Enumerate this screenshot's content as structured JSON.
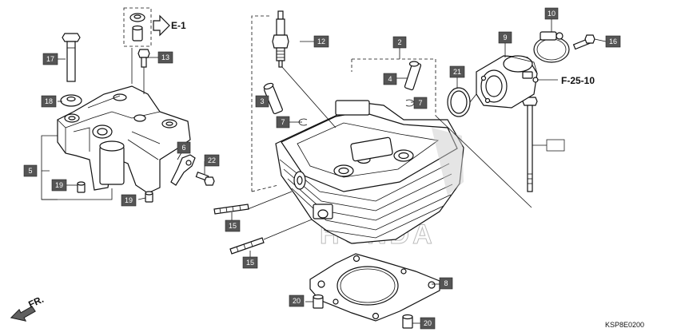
{
  "callouts": [
    {
      "id": "c10",
      "label": "10"
    },
    {
      "id": "c9",
      "label": "9"
    },
    {
      "id": "c16",
      "label": "16"
    },
    {
      "id": "c21",
      "label": "21"
    },
    {
      "id": "c12",
      "label": "12"
    },
    {
      "id": "c2",
      "label": "2"
    },
    {
      "id": "c4",
      "label": "4"
    },
    {
      "id": "c7a",
      "label": "7"
    },
    {
      "id": "c3",
      "label": "3"
    },
    {
      "id": "c7b",
      "label": "7"
    },
    {
      "id": "c17",
      "label": "17"
    },
    {
      "id": "c13",
      "label": "13"
    },
    {
      "id": "c18",
      "label": "18"
    },
    {
      "id": "c5",
      "label": "5"
    },
    {
      "id": "c6",
      "label": "6"
    },
    {
      "id": "c22",
      "label": "22"
    },
    {
      "id": "c19a",
      "label": "19"
    },
    {
      "id": "c19b",
      "label": "19"
    },
    {
      "id": "c15a",
      "label": "15"
    },
    {
      "id": "c15b",
      "label": "15"
    },
    {
      "id": "c8",
      "label": "8"
    },
    {
      "id": "c20a",
      "label": "20"
    },
    {
      "id": "c20b",
      "label": "20"
    },
    {
      "id": "c1",
      "label": ""
    }
  ],
  "references": {
    "e1": "E-1",
    "f2510": "F-25-10",
    "fr": "FR."
  },
  "drawing_code": "KSP8E0200",
  "watermark": "HONDA"
}
